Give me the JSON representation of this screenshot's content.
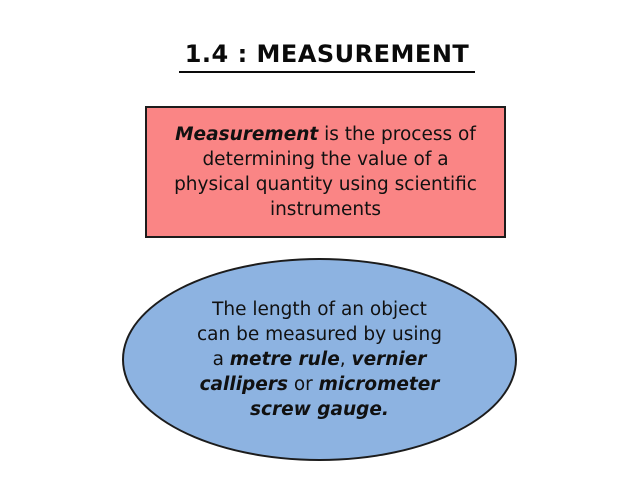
{
  "slide": {
    "title": "1.4 : MEASUREMENT",
    "colors": {
      "background": "#FFFFFF",
      "definition_box_bg": "#FA8585",
      "ellipse_bg": "#8DB3E1",
      "border": "#1C1C1C",
      "text": "#111111"
    },
    "definition_box": {
      "plain_text": "Measurement is the process of determining the value of a physical quantity using scientific instruments",
      "lines": [
        [
          {
            "t": "Measurement",
            "b": true
          },
          {
            "t": " is the process of",
            "b": false
          }
        ],
        [
          {
            "t": "determining the value of a",
            "b": false
          }
        ],
        [
          {
            "t": "physical quantity using scientific",
            "b": false
          }
        ],
        [
          {
            "t": "instruments",
            "b": false
          }
        ]
      ]
    },
    "length_ellipse": {
      "plain_text": "The length of an object can be measured by using a metre rule, vernier callipers or micrometer screw gauge.",
      "lines": [
        [
          {
            "t": "The length of an object",
            "b": false
          }
        ],
        [
          {
            "t": "can be measured by using",
            "b": false
          }
        ],
        [
          {
            "t": "a ",
            "b": false
          },
          {
            "t": "metre rule",
            "b": true
          },
          {
            "t": ", ",
            "b": false
          },
          {
            "t": "vernier",
            "b": true
          }
        ],
        [
          {
            "t": "callipers",
            "b": true
          },
          {
            "t": " or ",
            "b": false
          },
          {
            "t": "micrometer",
            "b": true
          }
        ],
        [
          {
            "t": "screw gauge.",
            "b": true
          }
        ]
      ]
    }
  }
}
